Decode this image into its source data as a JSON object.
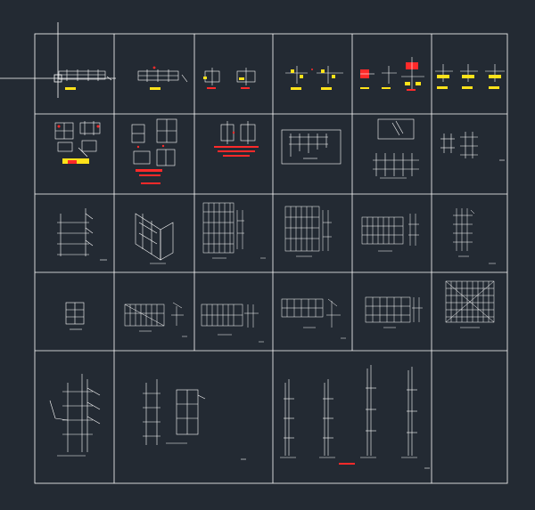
{
  "sheet": {
    "background": "#232a33",
    "frame_color": "#ffffff",
    "drawing_color": "#ffffff",
    "accent_red": "#ff2a2a",
    "accent_yellow": "#ffe21a",
    "columns": 6,
    "rows": 5
  },
  "cells": [
    {
      "id": "r1c1",
      "content": "elevation-strip"
    },
    {
      "id": "r1c2",
      "content": "elevation-strip"
    },
    {
      "id": "r1c3",
      "content": "node-details"
    },
    {
      "id": "r1c4",
      "content": "node-details"
    },
    {
      "id": "r1c5",
      "content": "node-details"
    },
    {
      "id": "r1c6",
      "content": "node-details"
    },
    {
      "id": "r2c1",
      "content": "detail-cluster"
    },
    {
      "id": "r2c2",
      "content": "detail-cluster"
    },
    {
      "id": "r2c3",
      "content": "detail-cluster"
    },
    {
      "id": "r2c4",
      "content": "framed-detail"
    },
    {
      "id": "r2c5",
      "content": "framed-detail"
    },
    {
      "id": "r2c6",
      "content": "section-detail"
    },
    {
      "id": "r3c1",
      "content": "section-view"
    },
    {
      "id": "r3c2",
      "content": "iso-view"
    },
    {
      "id": "r3c3",
      "content": "grid-elevation"
    },
    {
      "id": "r3c4",
      "content": "grid-elevation"
    },
    {
      "id": "r3c5",
      "content": "grid-elevation"
    },
    {
      "id": "r3c6",
      "content": "section-view"
    },
    {
      "id": "r4c1",
      "content": "small-plan"
    },
    {
      "id": "r4c2",
      "content": "truss-elevation"
    },
    {
      "id": "r4c3",
      "content": "truss-elevation"
    },
    {
      "id": "r4c4",
      "content": "truss-elevation"
    },
    {
      "id": "r4c5",
      "content": "truss-elevation"
    },
    {
      "id": "r4c6",
      "content": "dense-grid"
    },
    {
      "id": "r5c1",
      "content": "tall-section"
    },
    {
      "id": "r5c2",
      "content": "tall-section"
    },
    {
      "id": "r5c3",
      "content": "multi-section"
    },
    {
      "id": "r5c4",
      "content": "empty"
    }
  ]
}
